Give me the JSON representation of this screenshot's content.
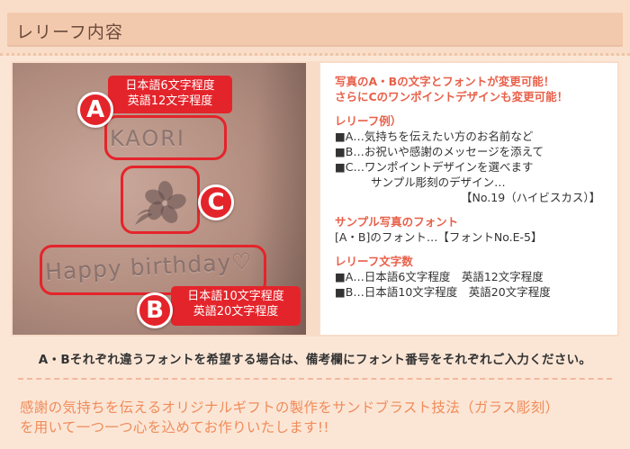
{
  "header": {
    "title": "レリーフ内容"
  },
  "photo": {
    "engraving_name": "KAORI",
    "engraving_message": "Happy birthday♡",
    "badge_a": "A",
    "badge_b": "B",
    "badge_c": "C",
    "label_a": [
      "日本語6文字程度",
      "英語12文字程度"
    ],
    "label_b": [
      "日本語10文字程度",
      "英語20文字程度"
    ],
    "accent_color": "#e4242b"
  },
  "info": {
    "highlight": [
      "写真のA・Bの文字とフォントが変更可能！",
      "さらにCのワンポイントデザインも変更可能！"
    ],
    "example_heading": "レリーフ例）",
    "example_lines": [
      "■A…気持ちを伝えたい方のお名前など",
      "■B…お祝いや感謝のメッセージを添えて",
      "■C…ワンポイントデザインを選べます"
    ],
    "example_sub1": "サンプル彫刻のデザイン…",
    "example_sub2": "【No.19（ハイビスカス）】",
    "font_heading": "サンプル写真のフォント",
    "font_line": "[A・B]のフォント…【フォントNo.E-5】",
    "count_heading": "レリーフ文字数",
    "count_lines": [
      "■A…日本語6文字程度　英語12文字程度",
      "■B…日本語10文字程度　英語20文字程度"
    ]
  },
  "note": "A・Bそれぞれ違うフォントを希望する場合は、備考欄にフォント番号をそれぞれご入力ください。",
  "footer": [
    "感謝の気持ちを伝えるオリジナルギフトの製作をサンドブラスト技法（ガラス彫刻）",
    "を用いて一つ一つ心を込めてお作りいたします!!"
  ],
  "colors": {
    "background": "#fbe6d6",
    "heading_orange": "#e8604a",
    "footer_orange": "#f08c5a"
  }
}
